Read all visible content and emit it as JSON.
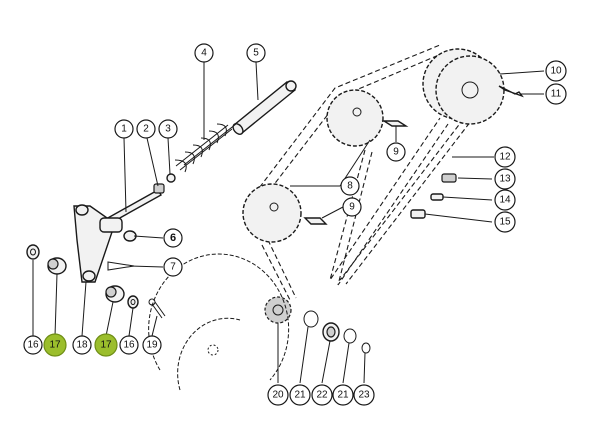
{
  "callouts": [
    {
      "id": "c1",
      "label": "1"
    },
    {
      "id": "c2",
      "label": "2"
    },
    {
      "id": "c3",
      "label": "3"
    },
    {
      "id": "c4",
      "label": "4"
    },
    {
      "id": "c5",
      "label": "5"
    },
    {
      "id": "c6",
      "label": "6"
    },
    {
      "id": "c7",
      "label": "7"
    },
    {
      "id": "c8",
      "label": "8"
    },
    {
      "id": "c9a",
      "label": "9"
    },
    {
      "id": "c9b",
      "label": "9"
    },
    {
      "id": "c10",
      "label": "10"
    },
    {
      "id": "c11",
      "label": "11"
    },
    {
      "id": "c12",
      "label": "12"
    },
    {
      "id": "c13",
      "label": "13"
    },
    {
      "id": "c14",
      "label": "14"
    },
    {
      "id": "c15",
      "label": "15"
    },
    {
      "id": "c16a",
      "label": "16"
    },
    {
      "id": "c17a",
      "label": "17"
    },
    {
      "id": "c18",
      "label": "18"
    },
    {
      "id": "c17b",
      "label": "17"
    },
    {
      "id": "c16b",
      "label": "16"
    },
    {
      "id": "c19",
      "label": "19"
    },
    {
      "id": "c20",
      "label": "20"
    },
    {
      "id": "c21a",
      "label": "21"
    },
    {
      "id": "c22",
      "label": "22"
    },
    {
      "id": "c21b",
      "label": "21"
    },
    {
      "id": "c23",
      "label": "23"
    }
  ],
  "highlight_color": "#9bbe2c",
  "highlighted_parts": [
    "17"
  ]
}
